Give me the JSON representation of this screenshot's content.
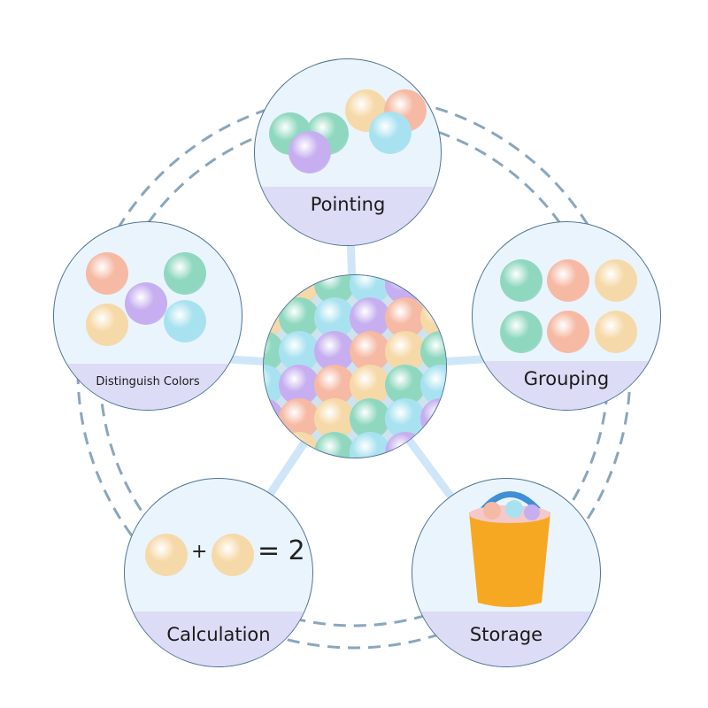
{
  "nodes": {
    "pointing": {
      "label": "Pointing"
    },
    "distinguish": {
      "label": "Distinguish Colors"
    },
    "grouping": {
      "label": "Grouping"
    },
    "calculation": {
      "label": "Calculation",
      "plus": "+",
      "equals": "= 2"
    },
    "storage": {
      "label": "Storage"
    }
  },
  "colors": {
    "mint": "#8fd8bf",
    "purple": "#c6aef0",
    "peach": "#f6b9a3",
    "cream": "#f6d9a8",
    "sky": "#a8e2f0",
    "connector": "#cfe6f8",
    "dashed": "#8aa6bd",
    "border": "#4f7393",
    "band": "#dcdcf6",
    "bucket": "#f7a823",
    "handle": "#3f8fd6"
  }
}
